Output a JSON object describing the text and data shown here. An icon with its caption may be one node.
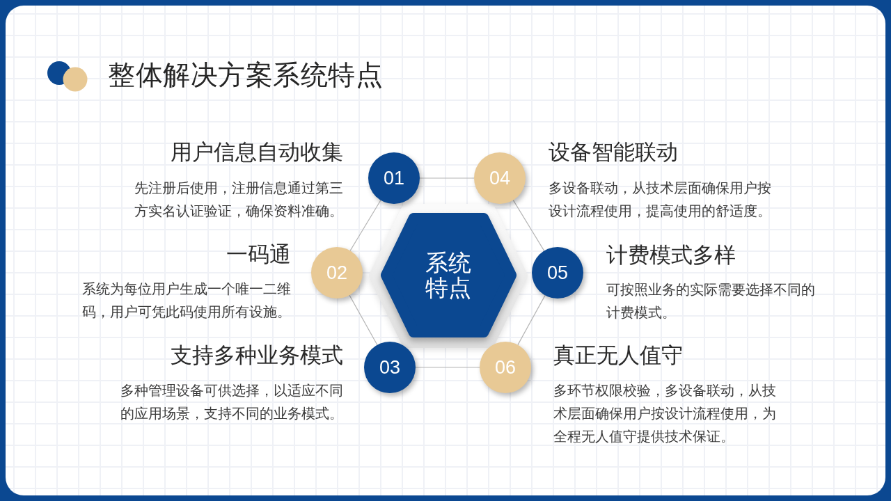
{
  "diagram": {
    "title": "整体解决方案系统特点",
    "nodes": [
      {
        "text": [
          "系统特点"
        ]
      },
      {
        "text": [
          "01"
        ],
        "beside": [
          "用户信息自动收集",
          "先注册后使用，注册信息通过第三方实名认证验证，确保资料准确。"
        ]
      },
      {
        "text": [
          "02"
        ],
        "beside": [
          "一码通",
          "系统为每位用户生成一个唯一二维码，用户可凭此码使用所有设施。"
        ]
      },
      {
        "text": [
          "03"
        ],
        "beside": [
          "支持多种业务模式",
          "多种管理设备可供选择，以适应不同的应用场景，支持不同的业务模式。"
        ]
      },
      {
        "text": [
          "04"
        ],
        "beside": [
          "设备智能联动",
          "多设备联动，从技术层面确保用户按设计流程使用，提高使用的舒适度。"
        ]
      },
      {
        "text": [
          "05"
        ],
        "beside": [
          "计费模式多样",
          "可按照业务的实际需要选择不同的计费模式。"
        ]
      },
      {
        "text": [
          "06"
        ],
        "beside": [
          "真正无人值守",
          "多环节权限校验，多设备联动，从技术层面确保用户按设计流程使用，为全程无人值守提供技术保证。"
        ]
      }
    ],
    "edges": [
      {
        "from": 1,
        "to": 4,
        "arrow": "none"
      },
      {
        "from": 4,
        "to": 5,
        "arrow": "none"
      },
      {
        "from": 5,
        "to": 6,
        "arrow": "none"
      },
      {
        "from": 6,
        "to": 3,
        "arrow": "none"
      },
      {
        "from": 3,
        "to": 2,
        "arrow": "none"
      },
      {
        "from": 2,
        "to": 1,
        "arrow": "none"
      }
    ]
  }
}
